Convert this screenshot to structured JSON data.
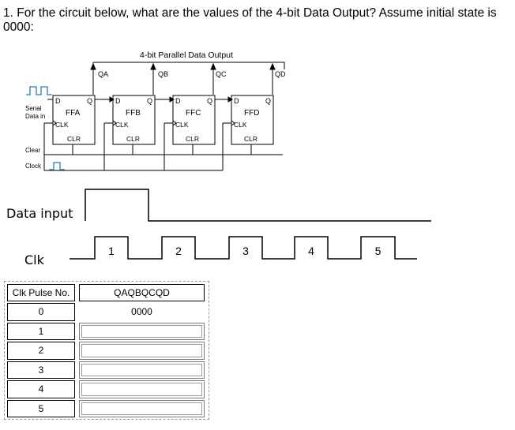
{
  "question": {
    "text": "1. For the circuit below, what are the values of the 4-bit Data Output? Assume initial state is 0000:"
  },
  "circuit": {
    "title": "4-bit Parallel Data Output",
    "outputs": [
      "QA",
      "QB",
      "QC",
      "QD"
    ],
    "flipflops": [
      {
        "name": "FFA",
        "d": "D",
        "q": "Q",
        "clk": "CLK",
        "clr": "CLR"
      },
      {
        "name": "FFB",
        "d": "D",
        "q": "Q",
        "clk": "CLK",
        "clr": "CLR"
      },
      {
        "name": "FFC",
        "d": "D",
        "q": "Q",
        "clk": "CLK",
        "clr": "CLR"
      },
      {
        "name": "FFD",
        "d": "D",
        "q": "Q",
        "clk": "CLK",
        "clr": "CLR"
      }
    ],
    "serial_label_1": "Serial",
    "serial_label_2": "Data in",
    "clear_label": "Clear",
    "clock_label": "Clock"
  },
  "waveforms": {
    "data_label": "Data input",
    "clk_label": "Clk",
    "data_levels": [
      0,
      1,
      0,
      0,
      0,
      0
    ],
    "pulse_numbers": [
      "1",
      "2",
      "3",
      "4",
      "5"
    ]
  },
  "table": {
    "col1_header": "Clk Pulse No.",
    "col2_header": "QAQBQCQD",
    "rows": [
      {
        "pulse": "0",
        "value": "0000"
      },
      {
        "pulse": "1",
        "value": ""
      },
      {
        "pulse": "2",
        "value": ""
      },
      {
        "pulse": "3",
        "value": ""
      },
      {
        "pulse": "4",
        "value": ""
      },
      {
        "pulse": "5",
        "value": ""
      }
    ]
  }
}
